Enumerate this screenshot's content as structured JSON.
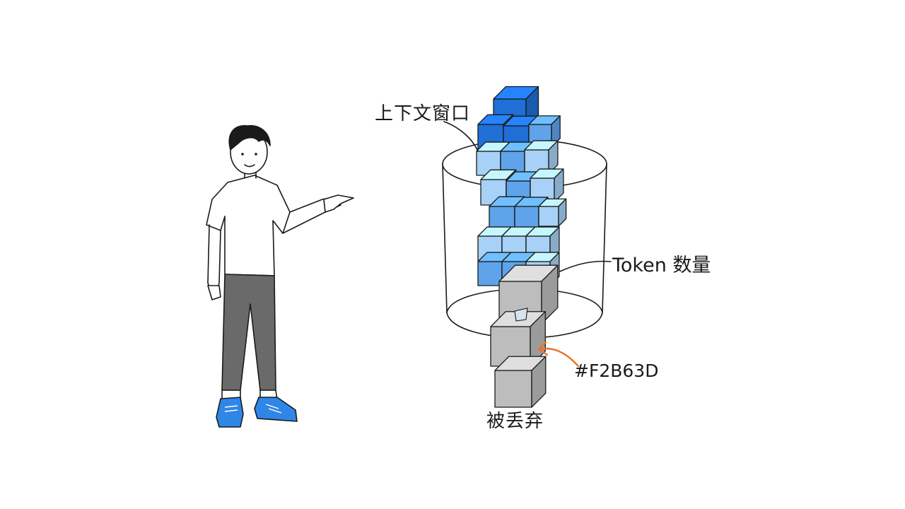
{
  "labels": {
    "context_window": "上下文窗口",
    "token_count": "Token 数量",
    "color_code": "#F2B63D",
    "discarded": "被丢弃"
  },
  "palette": {
    "cube_dark": "#1f6fd6",
    "cube_mid": "#5fa3ea",
    "cube_light": "#a7d1f6",
    "cube_gray": "#bdbdbd",
    "arrow_orange": "#e8742a",
    "shoe_blue": "#2f86e6",
    "pants_gray": "#6a6a6a",
    "ink": "#1a1a1a"
  }
}
